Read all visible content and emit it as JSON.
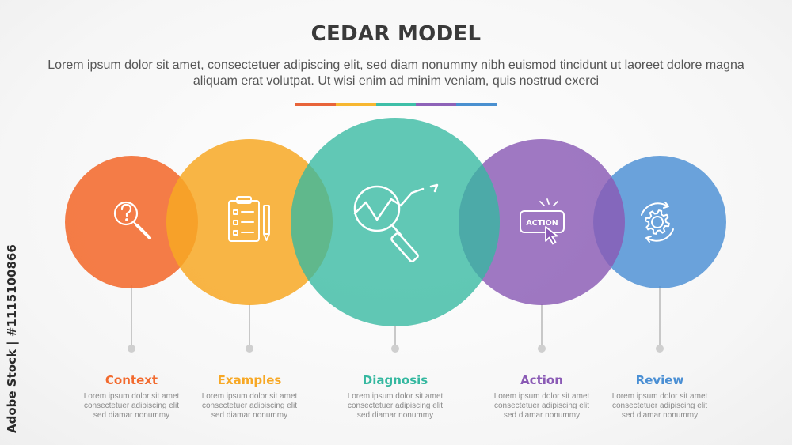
{
  "title": "CEDAR MODEL",
  "subtitle": "Lorem ipsum dolor sit amet, consectetuer adipiscing elit, sed diam nonummy nibh euismod tincidunt ut laoreet dolore magna aliquam erat volutpat. Ut wisi enim ad minim veniam, quis nostrud exerci",
  "watermark": "Adobe Stock | #1115100866",
  "divider_colors": [
    "#e8643a",
    "#f7b731",
    "#3fbfa8",
    "#8e63b8",
    "#4a90d0"
  ],
  "stages": [
    {
      "title": "Context",
      "color": "#f26a2e",
      "icon": "question-magnifier-icon",
      "desc": [
        "Lorem ipsum dolor sit amet",
        "consectetuer adipiscing elit",
        "sed diamar nonummy"
      ]
    },
    {
      "title": "Examples",
      "color": "#f7a825",
      "icon": "clipboard-checklist-icon",
      "desc": [
        "Lorem ipsum dolor sit amet",
        "consectetuer adipiscing elit",
        "sed diamar nonummy"
      ]
    },
    {
      "title": "Diagnosis",
      "color": "#35b8a0",
      "icon": "chart-magnifier-icon",
      "desc": [
        "Lorem ipsum dolor sit amet",
        "consectetuer adipiscing elit",
        "sed diamar nonummy"
      ]
    },
    {
      "title": "Action",
      "color": "#8a5ab5",
      "icon": "action-button-cursor-icon",
      "icon_text": "ACTION",
      "desc": [
        "Lorem ipsum dolor sit amet",
        "consectetuer adipiscing elit",
        "sed diamar nonummy"
      ]
    },
    {
      "title": "Review",
      "color": "#4a8fd4",
      "icon": "gear-cycle-icon",
      "desc": [
        "Lorem ipsum dolor sit amet",
        "consectetuer adipiscing elit",
        "sed diamar nonummy"
      ]
    }
  ]
}
